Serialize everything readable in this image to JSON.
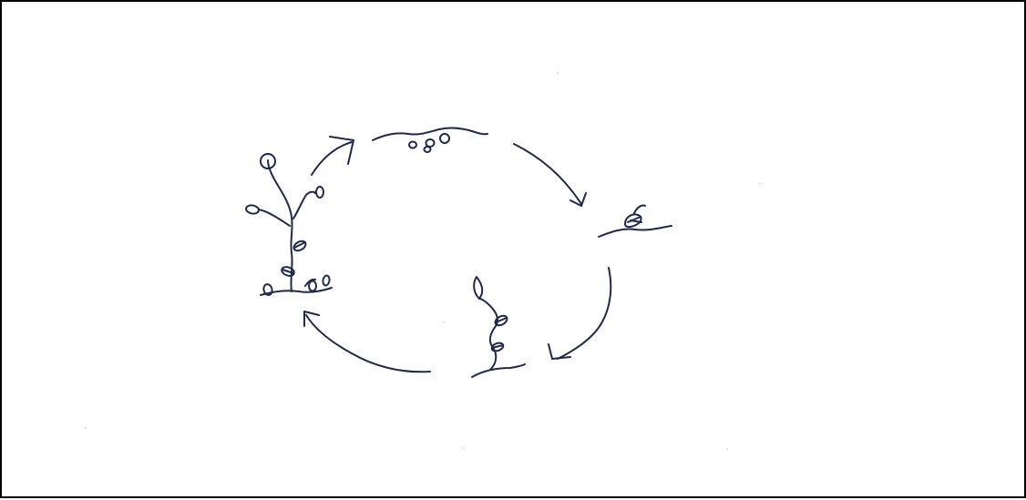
{
  "figure": {
    "kind": "hand-drawn plant life cycle sketch",
    "ink_color": "#1f2a4a",
    "paper_color": "#ffffff",
    "border_color": "#000000",
    "stages": [
      {
        "id": "seeds-in-soil",
        "icon": "seeds-on-ground-icon"
      },
      {
        "id": "germinating-seed",
        "icon": "sprouting-seed-icon"
      },
      {
        "id": "young-seedling",
        "icon": "seedling-icon"
      },
      {
        "id": "mature-flowering-plant",
        "icon": "flowering-plant-icon"
      }
    ],
    "arrows": [
      {
        "from": "seeds-in-soil",
        "to": "germinating-seed"
      },
      {
        "from": "germinating-seed",
        "to": "young-seedling"
      },
      {
        "from": "young-seedling",
        "to": "mature-flowering-plant"
      },
      {
        "from": "mature-flowering-plant",
        "to": "seeds-in-soil"
      }
    ]
  }
}
